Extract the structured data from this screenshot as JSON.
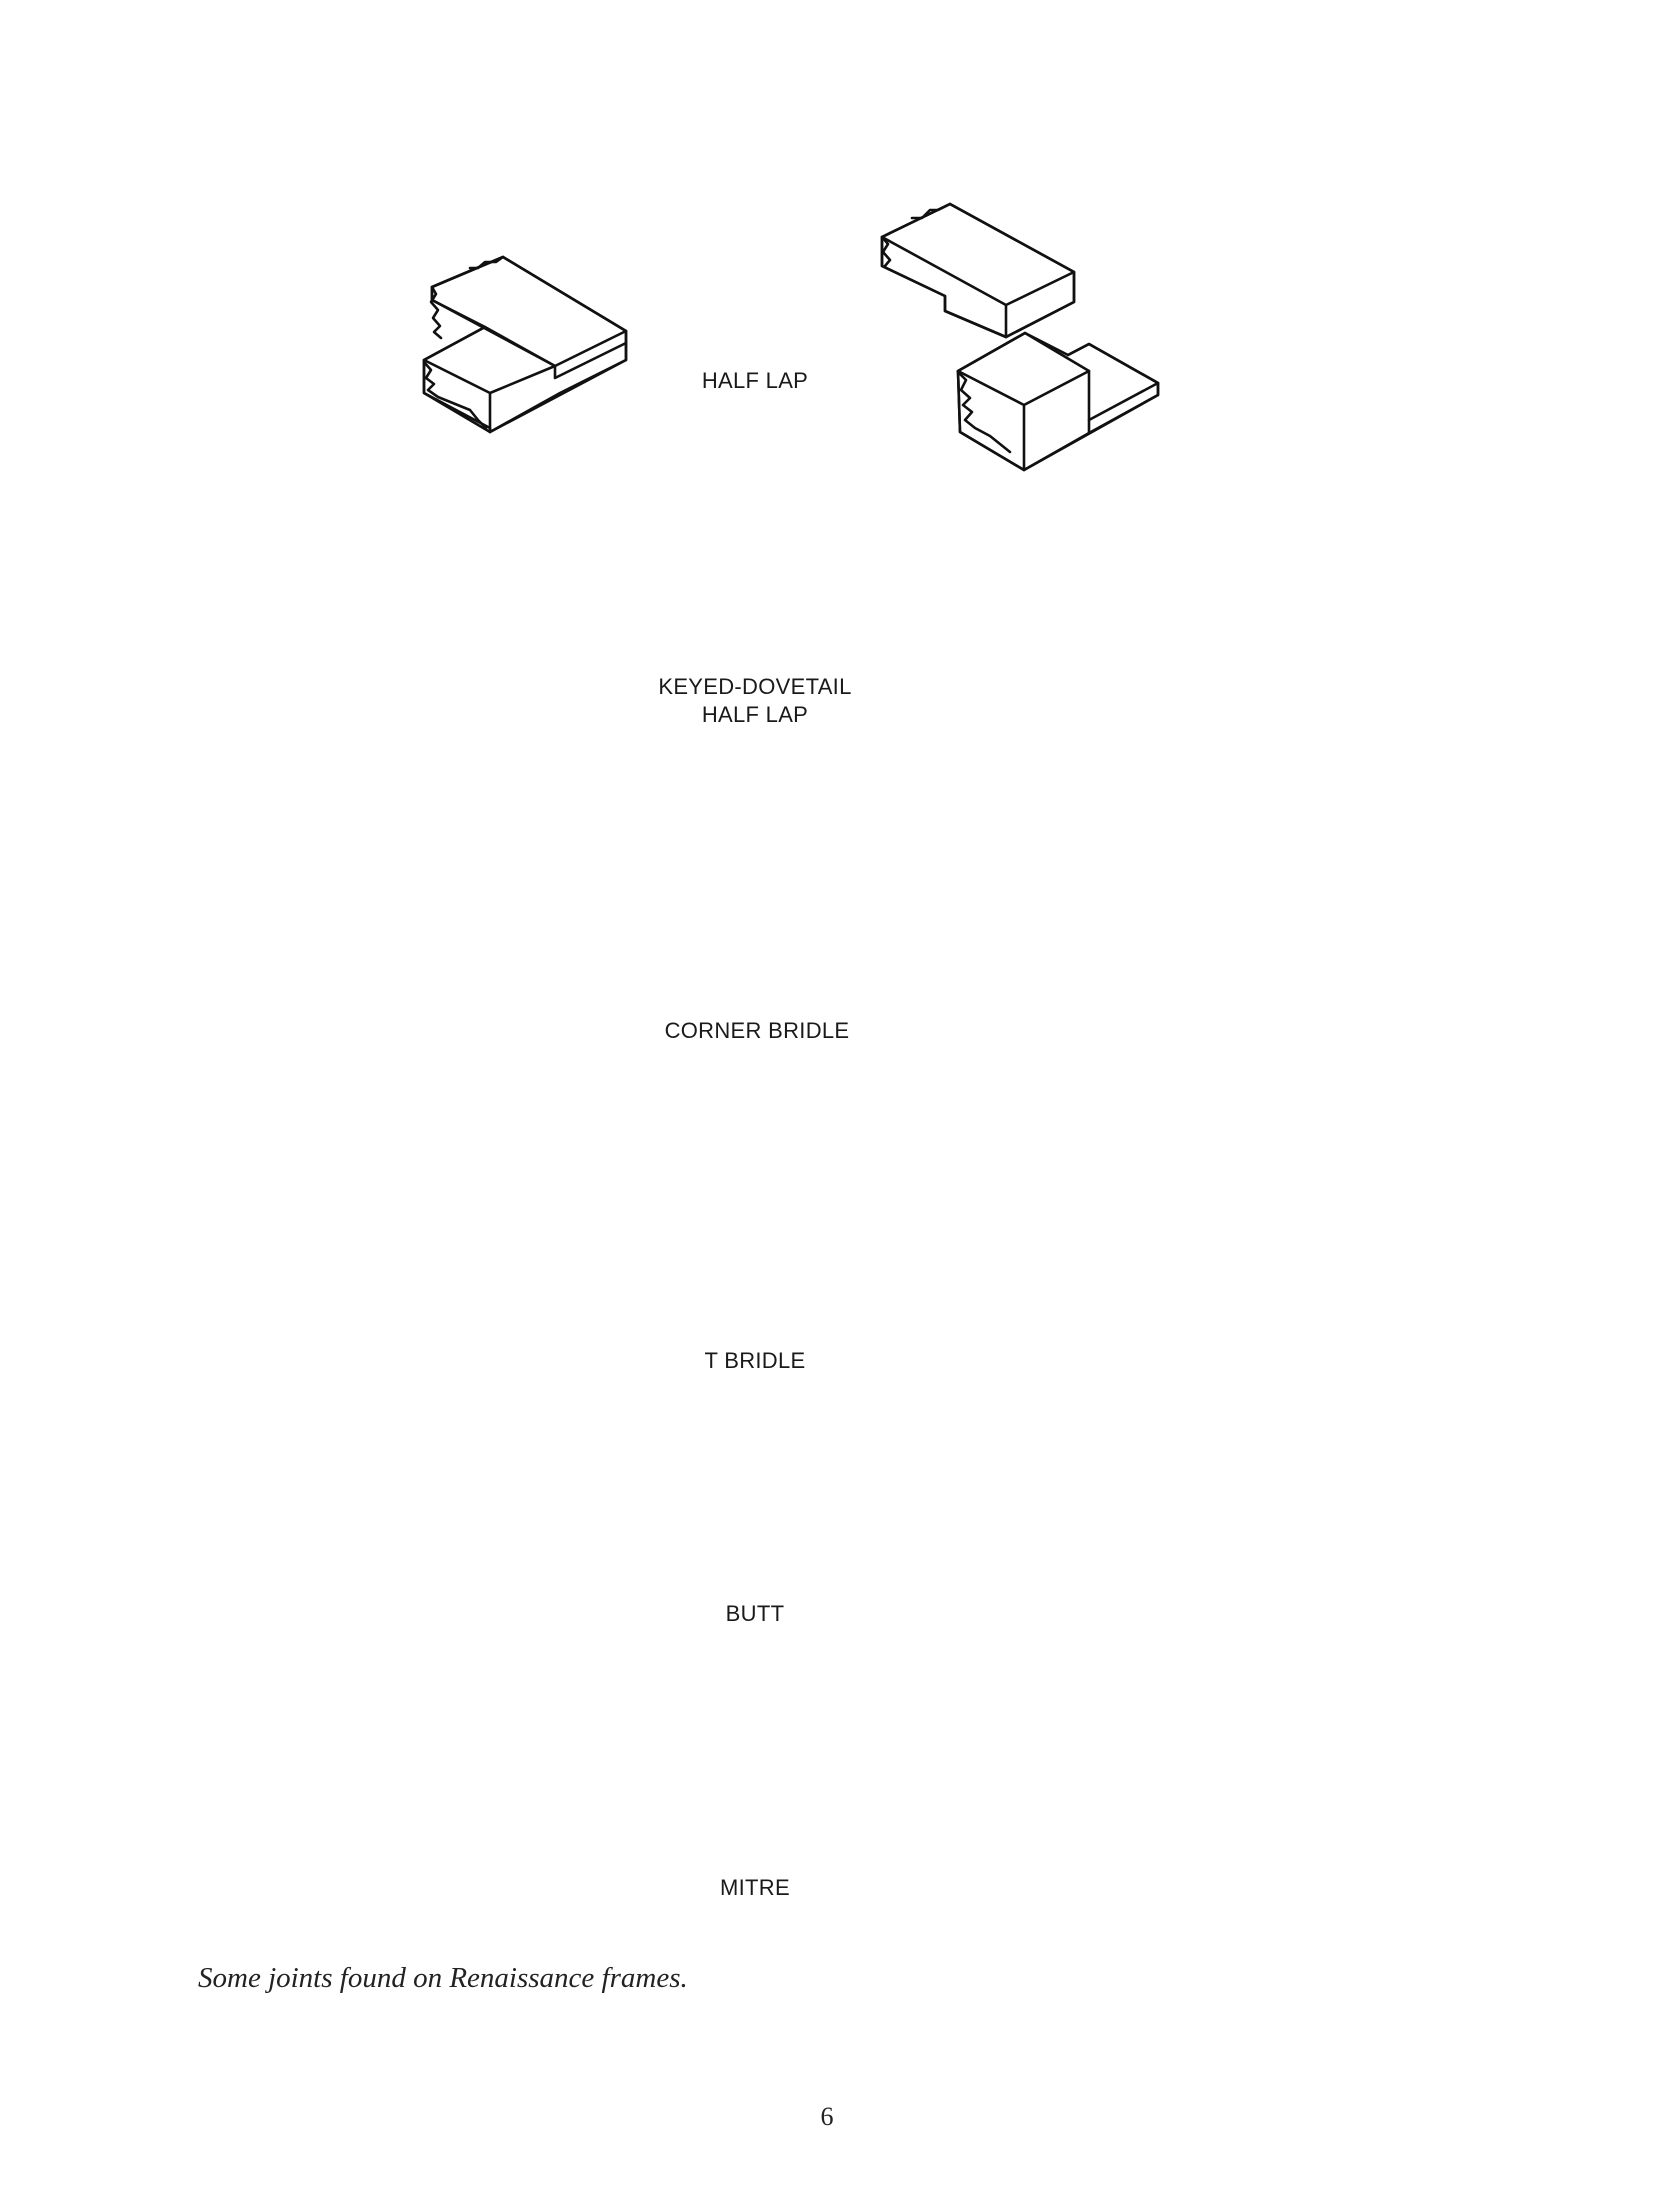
{
  "figure": {
    "joints": [
      {
        "id": "half-lap",
        "label_lines": [
          "HALF LAP"
        ]
      },
      {
        "id": "keyed-dovetail-half-lap",
        "label_lines": [
          "KEYED-DOVETAIL",
          "HALF LAP"
        ]
      },
      {
        "id": "corner-bridle",
        "label_lines": [
          "CORNER BRIDLE"
        ]
      },
      {
        "id": "t-bridle",
        "label_lines": [
          "T BRIDLE"
        ]
      },
      {
        "id": "butt",
        "label_lines": [
          "BUTT"
        ]
      },
      {
        "id": "mitre",
        "label_lines": [
          "MITRE"
        ]
      }
    ],
    "caption": "Some joints found on Renaissance frames."
  },
  "page": {
    "number": "6"
  }
}
